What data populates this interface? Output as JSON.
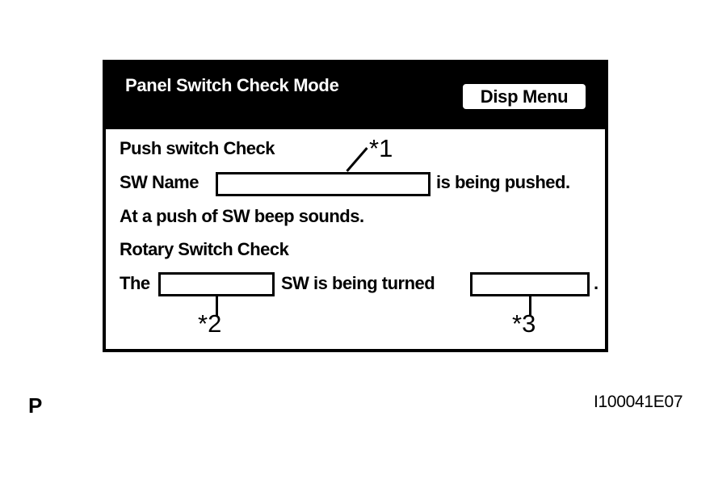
{
  "figure": {
    "page_letter": "P",
    "figure_id": "I100041E07"
  },
  "screen": {
    "header": {
      "title": "Panel Switch Check Mode",
      "disp_menu_label": "Disp Menu"
    },
    "push_check": {
      "heading": "Push switch Check",
      "sw_name_label": "SW Name",
      "sw_name_value": "",
      "suffix": "is being pushed.",
      "beep_note": "At a push of SW beep sounds."
    },
    "rotary_check": {
      "heading": "Rotary Switch Check",
      "prefix": "The",
      "sw_value": "",
      "middle": "SW is being turned",
      "direction_value": "",
      "suffix": "."
    },
    "callouts": {
      "c1": "*1",
      "c2": "*2",
      "c3": "*3"
    }
  },
  "colors": {
    "screen_header_bg": "#000000",
    "screen_header_text": "#ffffff",
    "screen_body_bg": "#ffffff",
    "text": "#000000"
  }
}
